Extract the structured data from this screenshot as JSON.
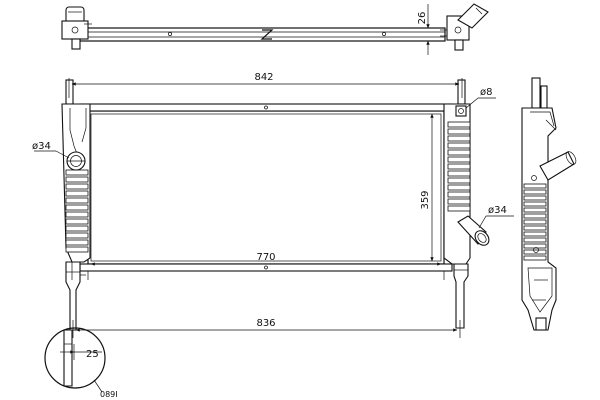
{
  "drawing": {
    "dimensions": {
      "width_top": "842",
      "width_inner": "770",
      "width_bottom": "836",
      "height_core": "359",
      "thickness": "26",
      "inlet_dia": "ø34",
      "outlet_dia": "ø34",
      "vent_dia": "ø8",
      "detail_offset": "25"
    },
    "detail_label": "089I"
  }
}
